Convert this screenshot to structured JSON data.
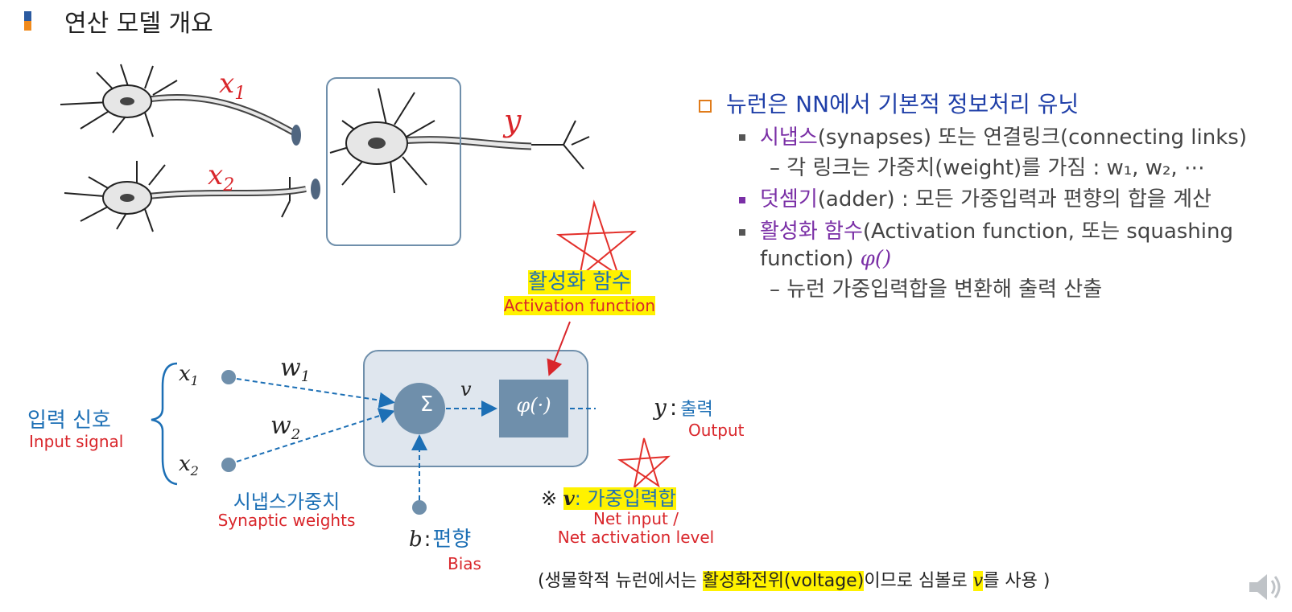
{
  "title": "연산 모델 개요",
  "neuron_labels": {
    "x1": "x",
    "x1_sub": "1",
    "x2": "x",
    "x2_sub": "2",
    "y": "y"
  },
  "model": {
    "input_x1": "x",
    "input_x1_sub": "1",
    "input_x2": "x",
    "input_x2_sub": "2",
    "w1": "w",
    "w1_sub": "1",
    "w2": "w",
    "w2_sub": "2",
    "sigma": "Σ",
    "v": "v",
    "phi": "φ(·)",
    "output_var": "y",
    "output_colon": ":",
    "output_ko": "출력",
    "output_en": "Output",
    "input_signal_ko": "입력 신호",
    "input_signal_en": "Input signal",
    "weights_ko": "시냅스가중치",
    "weights_en": "Synaptic weights",
    "bias_var": "b",
    "bias_colon": ":",
    "bias_ko": "편향",
    "bias_en": "Bias",
    "activation_ko": "활성화 함수",
    "activation_en": "Activation function",
    "netinput_mark": "※",
    "netinput_var": "v",
    "netinput_ko": ": 가중입력합",
    "netinput_en1": "Net input /",
    "netinput_en2": "Net activation level"
  },
  "note": {
    "pre": "(생물학적 뉴런에서는 ",
    "hl": "활성화전위(voltage)",
    "mid": "이므로  심볼로 ",
    "v": "v",
    "post": "를 사용 )"
  },
  "bullets": {
    "head_a": "뉴런은 NN에서 기본적 ",
    "head_b": "정보처리 유닛",
    "b1_term": "시냅스",
    "b1_rest": "(synapses) 또는 연결링크(connecting links)",
    "b1_sub": "–  각 링크는 가중치(weight)를  가짐 : w₁, w₂, ⋯",
    "b2_term": "덧셈기",
    "b2_rest": "(adder) : 모든 가중입력과 편향의 합을 계산",
    "b3_term": "활성화 함수",
    "b3_rest": "(Activation function, 또는 squashing function) ",
    "b3_phi": "φ()",
    "b3_sub": "– 뉴런 가중입력합을 변환해 출력 산출"
  },
  "colors": {
    "title_mark_top": "#2b5aa0",
    "title_mark_bottom": "#f08a1c",
    "model_box": "#dfe6ee",
    "model_box_border": "#6f8fab",
    "node": "#6f8fab",
    "arrow": "#1c6fb5",
    "star": "#e3302b",
    "highlight": "#fff200"
  }
}
